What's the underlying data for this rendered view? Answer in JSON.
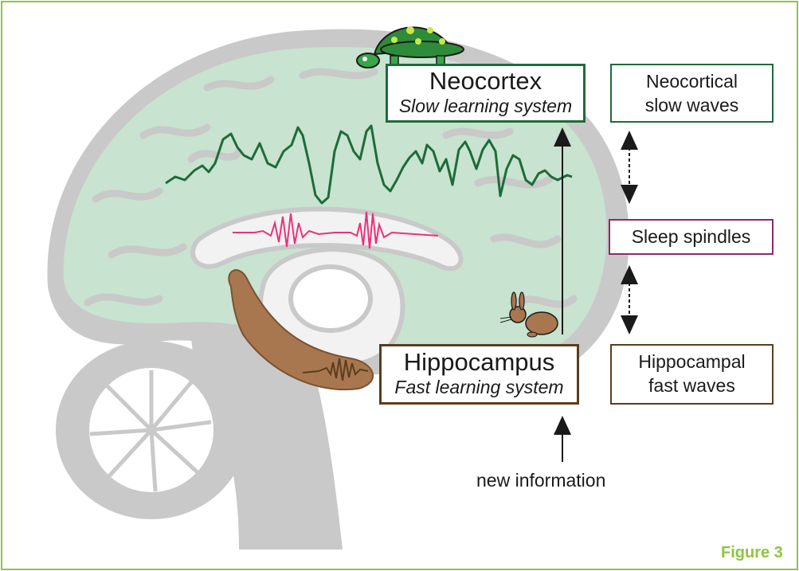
{
  "neocortex": {
    "title": "Neocortex",
    "subtitle": "Slow learning system"
  },
  "hippocampus": {
    "title": "Hippocampus",
    "subtitle": "Fast learning system"
  },
  "waves": {
    "neocortical_line1": "Neocortical",
    "neocortical_line2": "slow waves",
    "spindles": "Sleep spindles",
    "hippocampal_line1": "Hippocampal",
    "hippocampal_line2": "fast waves"
  },
  "input_label": "new information",
  "figure_label": "Figure 3",
  "icons": [
    "turtle-icon",
    "rabbit-icon",
    "brain-illustration"
  ],
  "colors": {
    "frame": "#8dc63f",
    "neocortex": "#1d6b3a",
    "spindle": "#e8337a",
    "hippocampus": "#9c6b44",
    "cortex_fill": "#c8e3d0",
    "brain_gray": "#c9c9c9"
  }
}
